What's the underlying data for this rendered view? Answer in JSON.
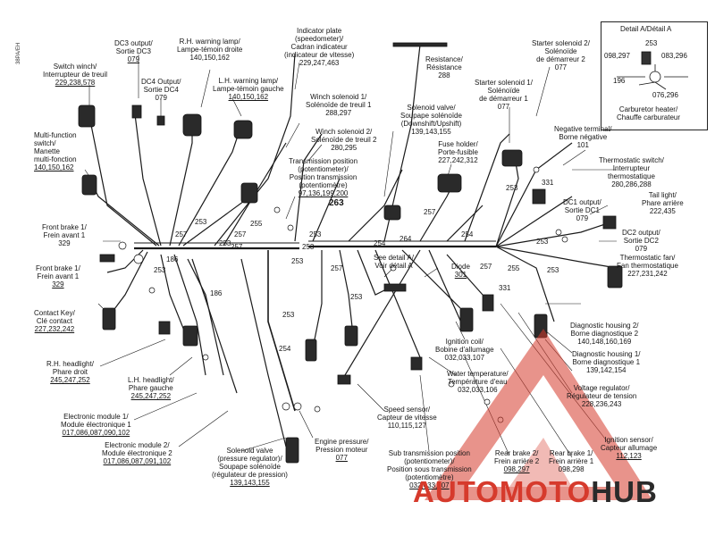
{
  "side_code": "38PA/EH",
  "labels": {
    "switch_winch": {
      "en": "Switch winch/",
      "fr": "Interrupteur de treuil",
      "ref": "229,238,578"
    },
    "multi_function": {
      "l1": "Multi-function",
      "l2": "switch/",
      "l3": "Manette",
      "l4": "multi-fonction",
      "ref": "140,150,162"
    },
    "front_brake_left": {
      "l1": "Front brake 1/",
      "l2": "Frein avant 1",
      "ref": "329"
    },
    "front_brake_right": {
      "l1": "Front brake 1/",
      "l2": "Frein avant 1",
      "ref": "329"
    },
    "contact_key": {
      "l1": "Contact Key/",
      "l2": "Clé contact",
      "ref": "227,232,242"
    },
    "rh_headlight": {
      "l1": "R.H. headlight/",
      "l2": "Phare droit",
      "ref": "245,247,252"
    },
    "lh_headlight": {
      "l1": "L.H. headlight/",
      "l2": "Phare gauche",
      "ref": "245,247,252"
    },
    "electronic_module_1": {
      "l1": "Electronic module 1/",
      "l2": "Module électronique 1",
      "ref": "017,086,087,090,102"
    },
    "electronic_module_2": {
      "l1": "Electronic module 2/",
      "l2": "Module électronique 2",
      "ref": "017,086,087,091,102"
    },
    "solenoid_valve_pressure": {
      "l1": "Solenoid valve",
      "l2": "(pressure regulator)/",
      "l3": "Soupape solénoïde",
      "l4": "(régulateur de pression)",
      "ref": "139,143,155"
    },
    "dc3_output": {
      "l1": "DC3 output/",
      "l2": "Sortie DC3",
      "ref": "079"
    },
    "dc4_output": {
      "l1": "DC4 Output/",
      "l2": "Sortie DC4",
      "ref": "079"
    },
    "rh_warning_lamp": {
      "l1": "R.H. warning lamp/",
      "l2": "Lampe-témoin droite",
      "ref": "140,150,162"
    },
    "lh_warning_lamp": {
      "l1": "L.H. warning lamp/",
      "l2": "Lampe-témoin gauche",
      "ref": "140,150,162"
    },
    "indicator_plate": {
      "l1": "Indicator plate",
      "l2": "(speedometer)/",
      "l3": "Cadran indicateur",
      "l4": "(indicateur de vitesse)",
      "ref": "229,247,463"
    },
    "resistance": {
      "l1": "Resistance/",
      "l2": "Résistance",
      "ref": "288"
    },
    "winch_solenoid_1": {
      "l1": "Winch solenoid 1/",
      "l2": "Solénoïde de treuil 1",
      "ref": "288,297"
    },
    "winch_solenoid_2": {
      "l1": "Winch solenoid 2/",
      "l2": "Solénoïde de treuil 2",
      "ref": "280,295"
    },
    "transmission_position": {
      "l1": "Transmission position",
      "l2": "(potentiometer)/",
      "l3": "Position transmission",
      "l4": "(potentiomètre)",
      "ref": "97,136,199,200"
    },
    "solenoid_valve_downshift": {
      "l1": "Solenoid valve/",
      "l2": "Soupape solénoïde",
      "l3": "(Downshift/Upshift)",
      "ref": "139,143,155"
    },
    "fuse_holder": {
      "l1": "Fuse holder/",
      "l2": "Porte-fusible",
      "ref": "227,242,312"
    },
    "starter_solenoid_2": {
      "l1": "Starter solenoid 2/",
      "l2": "Solénoïde",
      "l3": "de démarreur 2",
      "ref": "077"
    },
    "starter_solenoid_1": {
      "l1": "Starter solenoid 1/",
      "l2": "Solénoïde",
      "l3": "de démarreur 1",
      "ref": "077"
    },
    "negative_terminal": {
      "l1": "Negative terminal/",
      "l2": "Borne négative",
      "ref": "101"
    },
    "thermostatic_switch": {
      "l1": "Thermostatic switch/",
      "l2": "Interrupteur",
      "l3": "thermostatique",
      "ref": "280,286,288"
    },
    "tail_light": {
      "l1": "Tail light/",
      "l2": "Phare arrière",
      "ref": "222,435"
    },
    "dc1_output": {
      "l1": "DC1 output/",
      "l2": "Sortie DC1",
      "ref": "079"
    },
    "dc2_output": {
      "l1": "DC2 output/",
      "l2": "Sortie DC2",
      "ref": "079"
    },
    "thermostatic_fan": {
      "l1": "Thermostatic fan/",
      "l2": "Fan thermostatique",
      "ref": "227,231,242"
    },
    "see_detail": {
      "l1": "See detail A/",
      "l2": "Voir détail A"
    },
    "diode": {
      "l1": "Diode",
      "ref": "301"
    },
    "ignition_coil": {
      "l1": "Ignition coil/",
      "l2": "Bobine d'allumage",
      "ref": "032,033,107"
    },
    "water_temperature": {
      "l1": "Water temperature/",
      "l2": "Température d'eau",
      "ref": "032,033,106"
    },
    "speed_sensor": {
      "l1": "Speed sensor/",
      "l2": "Capteur de vitesse",
      "ref": "110,115,127"
    },
    "engine_pressure": {
      "l1": "Engine pressure/",
      "l2": "Pression moteur",
      "ref": "077"
    },
    "sub_transmission": {
      "l1": "Sub transmission position",
      "l2": "(potentiometer)/",
      "l3": "Position sous transmission",
      "l4": "(potentiomètre)",
      "ref": "032,033,107"
    },
    "rear_brake_2": {
      "l1": "Rear brake 2/",
      "l2": "Frein arrière 2",
      "ref": "098,297"
    },
    "rear_brake_1": {
      "l1": "Rear brake 1/",
      "l2": "Frein arrière 1",
      "ref": "098,298"
    },
    "diagnostic_housing_2": {
      "l1": "Diagnostic housing 2/",
      "l2": "Borne diagnostique 2",
      "ref": "140,148,160,169"
    },
    "diagnostic_housing_1": {
      "l1": "Diagnostic housing 1/",
      "l2": "Borne diagnostique 1",
      "ref": "139,142,154"
    },
    "voltage_regulator": {
      "l1": "Voltage regulator/",
      "l2": "Régulateur de tension",
      "ref": "228,236,243"
    },
    "ignition_sensor": {
      "l1": "Ignition sensor/",
      "l2": "Capteur allumage",
      "ref": "112,123"
    }
  },
  "detail": {
    "title": "Detail A/Détail A",
    "r1": "253",
    "r2": "098,297",
    "r3": "083,296",
    "r4": "196",
    "r5": "076,296",
    "l1": "Carburetor heater/",
    "l2": "Chauffe carburateur"
  },
  "wire_numbers": [
    "257",
    "253",
    "255",
    "253",
    "257",
    "186",
    "253",
    "186",
    "253",
    "253",
    "254",
    "257",
    "253",
    "254",
    "263",
    "253",
    "257",
    "264",
    "254",
    "253",
    "257",
    "255",
    "331",
    "253",
    "331",
    "253",
    "257",
    "253"
  ],
  "watermark": {
    "part1": "AUTO",
    "part2": "MOTO",
    "part3": "HUB",
    "color": "#d63a2c"
  }
}
